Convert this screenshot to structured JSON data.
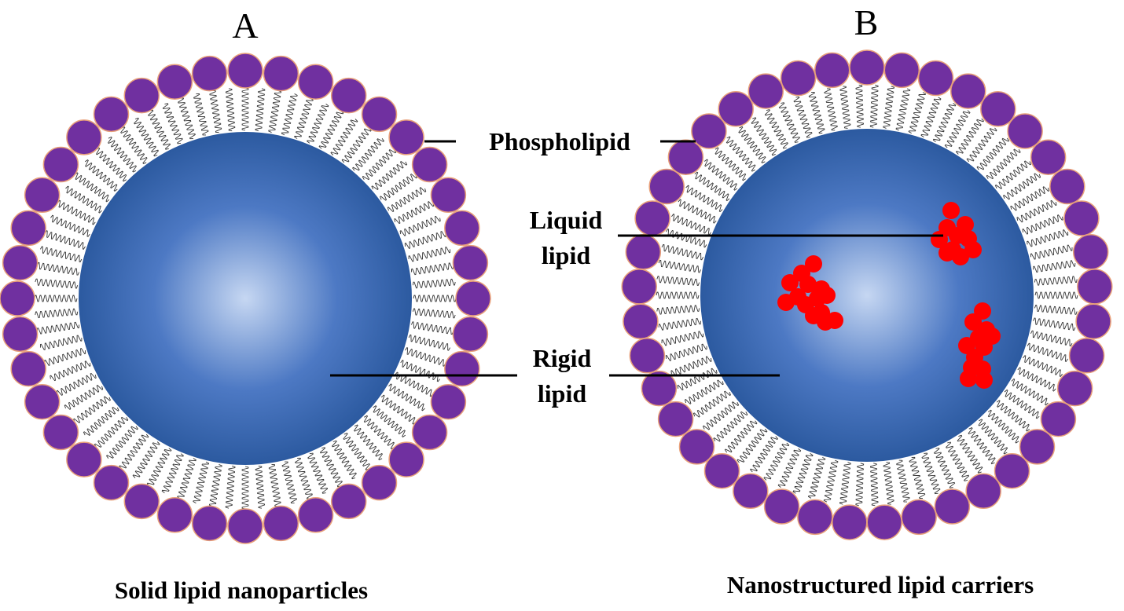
{
  "panels": [
    {
      "letter": "A",
      "caption": "Solid lipid nanoparticles"
    },
    {
      "letter": "B",
      "caption": "Nanostructured lipid carriers"
    }
  ],
  "labels": {
    "phospholipid": "Phospholipid",
    "liquid_lipid": [
      "Liquid",
      "lipid"
    ],
    "rigid_lipid": [
      "Rigid",
      "lipid"
    ]
  },
  "colors": {
    "phospholipid_head": "#7030a0",
    "head_outline": "#e8a07a",
    "rigid_core_light": "#c6d7f2",
    "rigid_core_mid": "#4d79c4",
    "rigid_core_dark": "#2c5aa0",
    "liquid_lipid": "#ff0000",
    "tail": "#333333"
  },
  "structure": {
    "head_count_a": 40,
    "head_count_b": 41
  }
}
